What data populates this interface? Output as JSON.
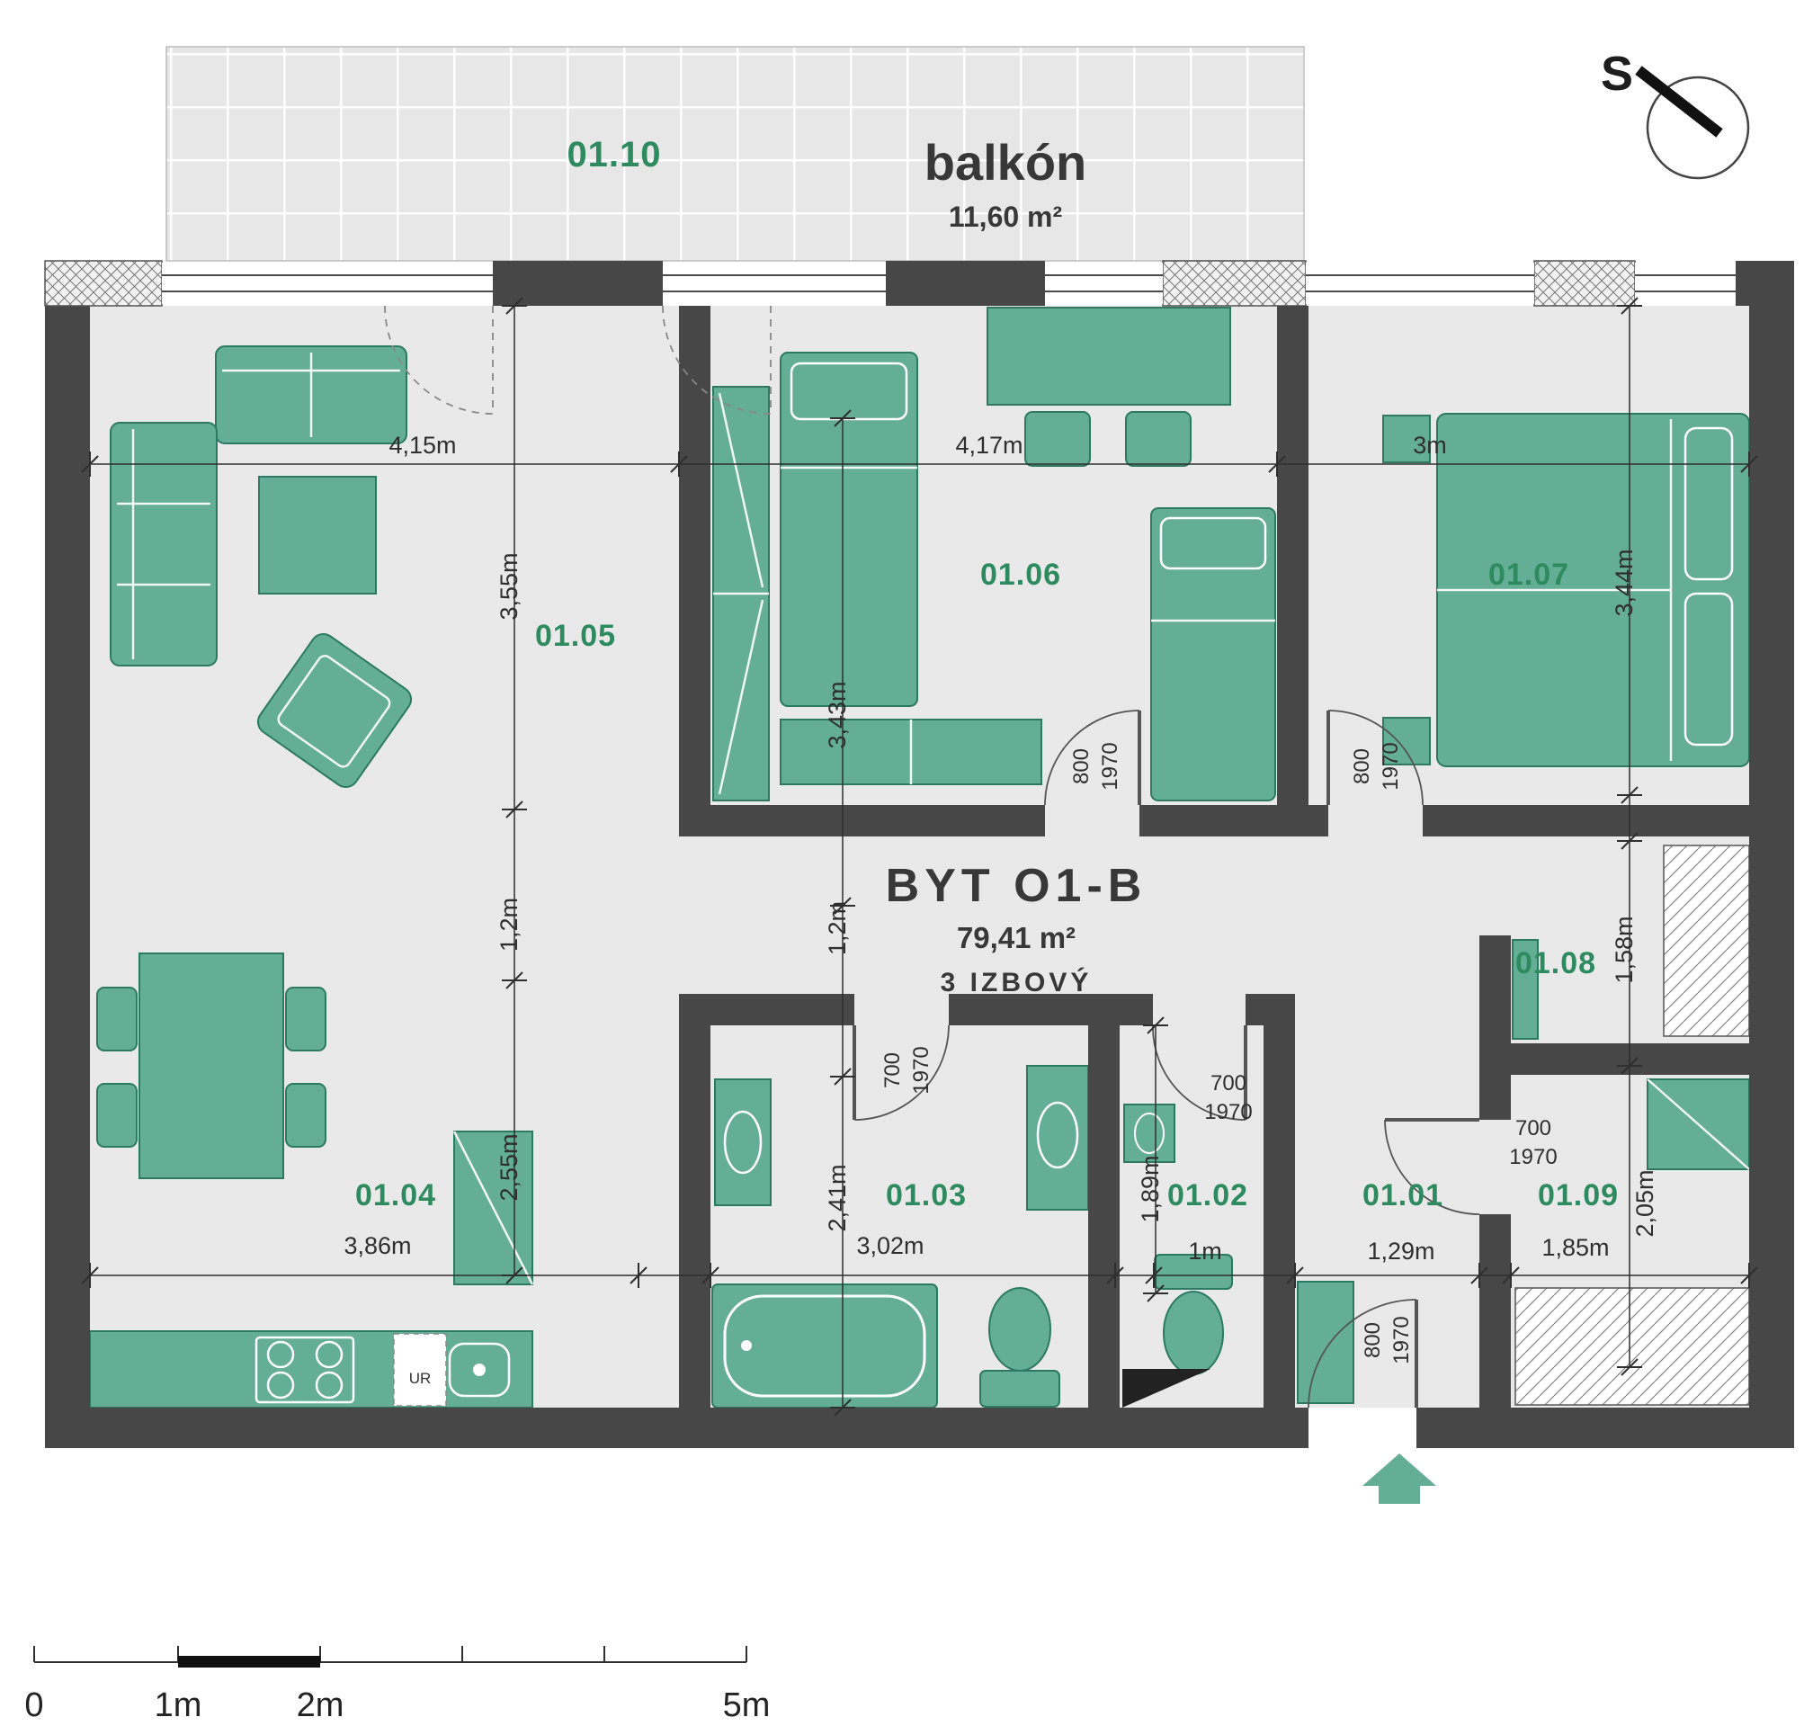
{
  "plan": {
    "title": "BYT O1-B",
    "area": "79,41 m²",
    "layout": "3 IZBOVÝ"
  },
  "balcony": {
    "room_no": "01.10",
    "name": "balkón",
    "area": "11,60 m²"
  },
  "compass": {
    "north_label": "S"
  },
  "rooms": {
    "r01": "01.01",
    "r02": "01.02",
    "r03": "01.03",
    "r04": "01.04",
    "r05": "01.05",
    "r06": "01.06",
    "r07": "01.07",
    "r08": "01.08",
    "r09": "01.09"
  },
  "dims": {
    "top_living": "4,15m",
    "top_bed1": "4,17m",
    "top_bed2": "3m",
    "left_a": "3,55m",
    "left_b": "1,2m",
    "left_c": "2,55m",
    "mid_a": "3,43m",
    "mid_b": "1,2m",
    "mid_c": "2,41m",
    "right_a": "3,44m",
    "right_b": "1,58m",
    "right_c": "2,05m",
    "bot_kitchen": "3,86m",
    "bot_bath": "3,02m",
    "bot_wc": "1m",
    "bot_hall": "1,29m",
    "bot_room9": "1,85m",
    "wc_depth": "1,89m"
  },
  "doors": {
    "d06": {
      "w": "800",
      "h": "1970"
    },
    "d07": {
      "w": "800",
      "h": "1970"
    },
    "d03": {
      "w": "700",
      "h": "1970"
    },
    "d02": {
      "w": "700",
      "h": "1970"
    },
    "d09": {
      "w": "700",
      "h": "1970"
    },
    "entry": {
      "w": "800",
      "h": "1970"
    }
  },
  "kitchen": {
    "ur_label": "UR"
  },
  "scale_bar": {
    "t0": "0",
    "t1": "1m",
    "t2": "2m",
    "t5": "5m"
  },
  "colors": {
    "wall": "#474747",
    "furniture": "#63ae94",
    "room_label": "#2e8a5f",
    "floor": "#e9e9e9"
  }
}
